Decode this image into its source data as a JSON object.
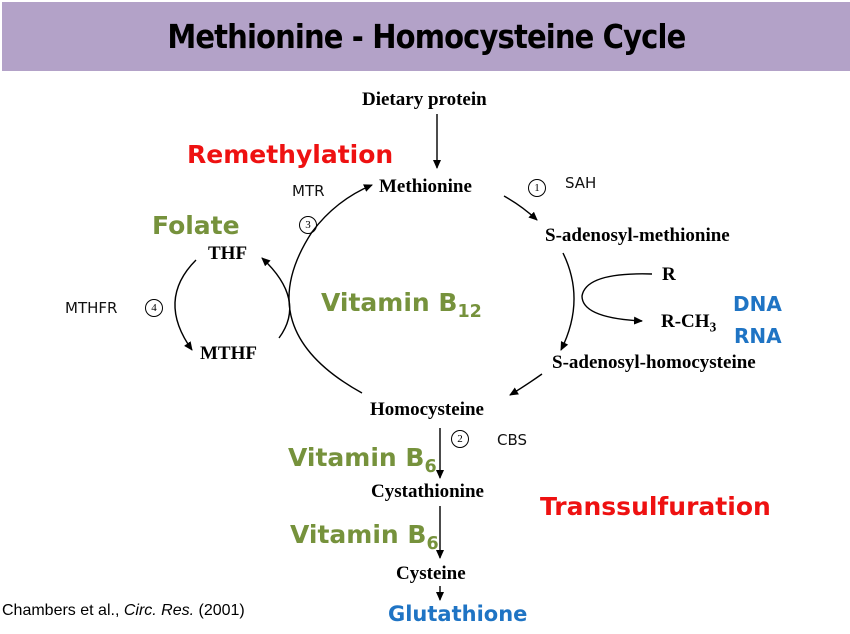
{
  "header": {
    "title": "Methionine - Homocysteine Cycle",
    "background": "#b3a2c8"
  },
  "colors": {
    "vitamin_green": "#76923c",
    "process_red": "#ee1111",
    "target_blue": "#1f74c4"
  },
  "processes": {
    "remethylation": "Remethylation",
    "transsulfuration": "Transsulfuration"
  },
  "metabolites": {
    "dietary_protein": "Dietary protein",
    "methionine": "Methionine",
    "sam": "S-adenosyl-methionine",
    "sah": "S-adenosyl-homocysteine",
    "homocysteine": "Homocysteine",
    "cystathionine": "Cystathionine",
    "cysteine": "Cysteine",
    "thf": "THF",
    "mthf": "MTHF",
    "r": "R",
    "r_ch3_base": "R-CH",
    "r_ch3_sub": "3"
  },
  "products": {
    "dna": "DNA",
    "rna": "RNA",
    "glutathione": "Glutathione"
  },
  "cofactors": {
    "folate": "Folate",
    "vitamin_b12_base": "Vitamin B",
    "vitamin_b12_sub": "12",
    "vitamin_b6_base": "Vitamin B",
    "vitamin_b6_sub": "6"
  },
  "enzymes": [
    {
      "number": "1",
      "name": "SAH"
    },
    {
      "number": "2",
      "name": "CBS"
    },
    {
      "number": "3",
      "name": "MTR"
    },
    {
      "number": "4",
      "name": "MTHFR"
    }
  ],
  "citation": {
    "authors": "Chambers et al., ",
    "journal": "Circ. Res.",
    "year": " (2001)"
  }
}
